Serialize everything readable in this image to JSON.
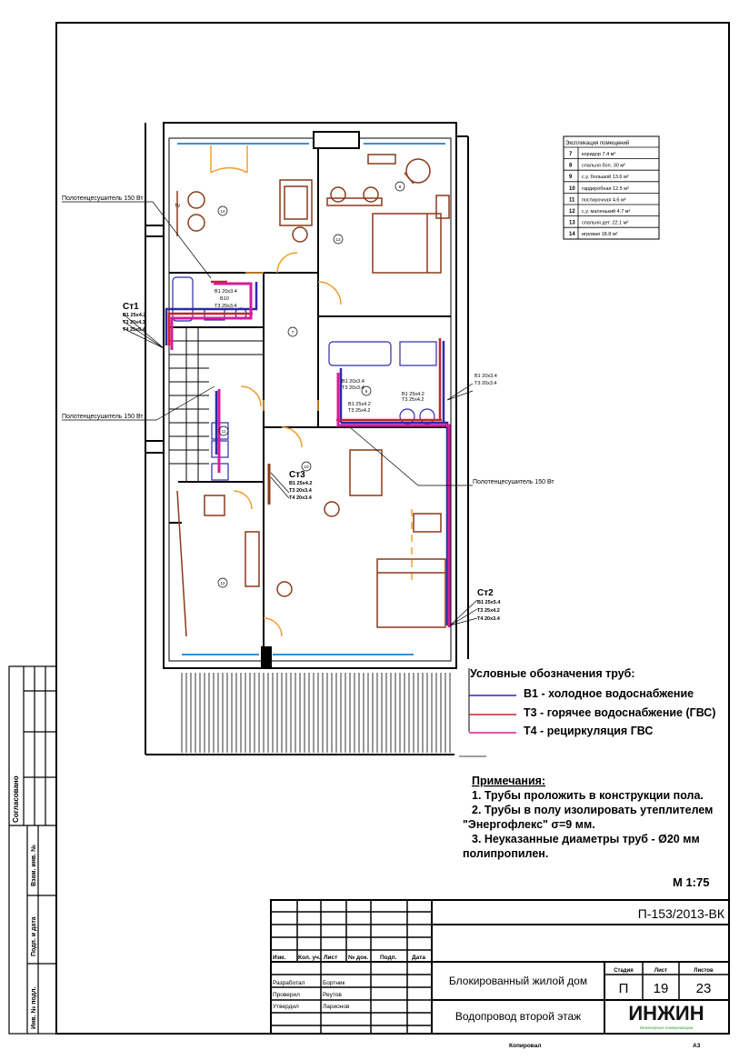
{
  "colors": {
    "cold_water": "#2b2ba8",
    "hot_water": "#c4262e",
    "recirculation": "#d81b9c",
    "doors": "#f0a030",
    "furniture": "#8a3a1a",
    "glazing": "#3a8fd0",
    "logo_green": "#2da33a"
  },
  "rooms_table": {
    "title": "Экспликация помещений",
    "rows": [
      {
        "num": "7",
        "name": "коридор 7.4 м²"
      },
      {
        "num": "8",
        "name": "спальня бол. 30 м²"
      },
      {
        "num": "9",
        "name": "с.у. большой 13.6 м²"
      },
      {
        "num": "10",
        "name": "гардеробная 12.5 м²"
      },
      {
        "num": "11",
        "name": "постирочная 4.6 м²"
      },
      {
        "num": "12",
        "name": "с.у. маленький 4.7 м²"
      },
      {
        "num": "13",
        "name": "спальня дет. 22.1 м²"
      },
      {
        "num": "14",
        "name": "игровая 18.8 м²"
      }
    ]
  },
  "plan": {
    "room_marks": [
      "14",
      "13",
      "7",
      "9",
      "11",
      "10",
      "12",
      "8"
    ],
    "towel_dryer_1": "Полотенцесушитель 150 Вт",
    "towel_dryer_2": "Полотенцесушитель 150 Вт",
    "towel_dryer_3": "Полотенцесушитель 150 Вт",
    "riser_1": {
      "name": "Ст1",
      "b1": "В1 25х4.2",
      "t3": "Т3 20х4.3",
      "t4": "Т4 25х5.4"
    },
    "riser_2": {
      "name": "Ст2",
      "b1": "В1 25х5.4",
      "t3": "Т3 25х4.2",
      "t4": "Т4 20х3.4"
    },
    "riser_3": {
      "name": "Ст3",
      "b1": "В1 25х4.2",
      "t3": "Т3 20х3.4",
      "t4": "Т4 20х3.4"
    },
    "bath1_labels": [
      "В1 20х3.4",
      "В10",
      "Т3 20х3.4"
    ],
    "bath2_labels": [
      "В1 20х3.4",
      "Т3 20х3.4",
      "В1 25х4.2",
      "Т3 25х4.2",
      "В1 25х4.2",
      "Т3 25х4.2"
    ],
    "right_labels": [
      "В1 20х3.4",
      "Т3 20х3.4"
    ],
    "tv": "TV"
  },
  "legend": {
    "title": "Условные обозначения  труб:",
    "items": [
      {
        "label": "В1 - холодное водоснабжение"
      },
      {
        "label": "Т3 - горячее водоснабжение (ГВС)"
      },
      {
        "label": "Т4 - рециркуляция ГВС"
      }
    ]
  },
  "notes": {
    "title": "Примечания:",
    "lines": [
      "1. Трубы проложить в конструкции пола.",
      "2. Трубы в полу изолировать утеплителем",
      "\"Энергофлекс\" σ=9 мм.",
      "3. Неуказанные диаметры труб - Ø20 мм",
      "полипропилен."
    ]
  },
  "scale": "М 1:75",
  "title_block": {
    "code": "П-153/2013-ВК",
    "headers": [
      "Изм.",
      "Кол. уч.",
      "Лист",
      "№ док.",
      "Подп.",
      "Дата"
    ],
    "roles": [
      {
        "role": "Разработал",
        "name": "Бортник"
      },
      {
        "role": "Проверил",
        "name": "Реутов"
      },
      {
        "role": "Утвердил",
        "name": "Ларионов"
      }
    ],
    "project": "Блокированный жилой дом",
    "sheet_title": "Водопровод второй этаж",
    "stage_label": "Стадия",
    "sheet_label": "Лист",
    "sheets_label": "Листов",
    "stage": "П",
    "sheet": "19",
    "sheets": "23",
    "logo": "ИНЖИН",
    "logo_sub": "Инженерные коммуникации",
    "copied": "Копировал",
    "format": "А3"
  },
  "side_stamp": {
    "agreed": "Согласовано",
    "inv_repl": "Взам. инв. №",
    "sign_date": "Подп. и дата",
    "inv_orig": "Инв. № подл."
  }
}
